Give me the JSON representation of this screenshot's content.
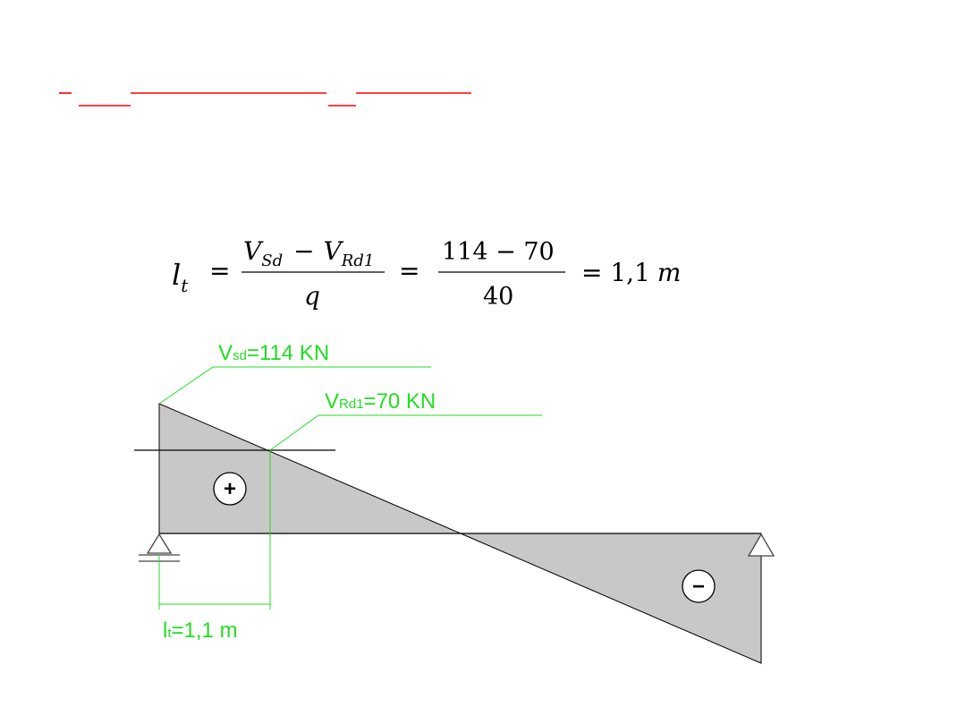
{
  "colors": {
    "accent": "#ff0000",
    "annotation": "#22dd22",
    "fill": "#c8c8c8",
    "stroke": "#000000"
  },
  "formula": {
    "lhs_symbol": "l",
    "lhs_sub": "t",
    "eq1": "=",
    "num_1": "V",
    "num_1_sub": "Sd",
    "minus_1": "−",
    "num_2": "V",
    "num_2_sub": "Rd1",
    "denom": "q",
    "eq2": "=",
    "num_value": "114 − 70",
    "denom_value": "40",
    "result": "= 1,1",
    "result_unit": "m"
  },
  "diagram": {
    "vsd_label_main": "V",
    "vsd_label_sub": "sd",
    "vsd_label_value": "=114 KN",
    "vrd_label_main": "V",
    "vrd_label_sub": "Rd1",
    "vrd_label_value": "=70 KN",
    "lt_label_main": "l",
    "lt_label_sub": "t",
    "lt_label_value": "=1,1 m",
    "plus_sign": "+",
    "minus_sign": "−"
  }
}
